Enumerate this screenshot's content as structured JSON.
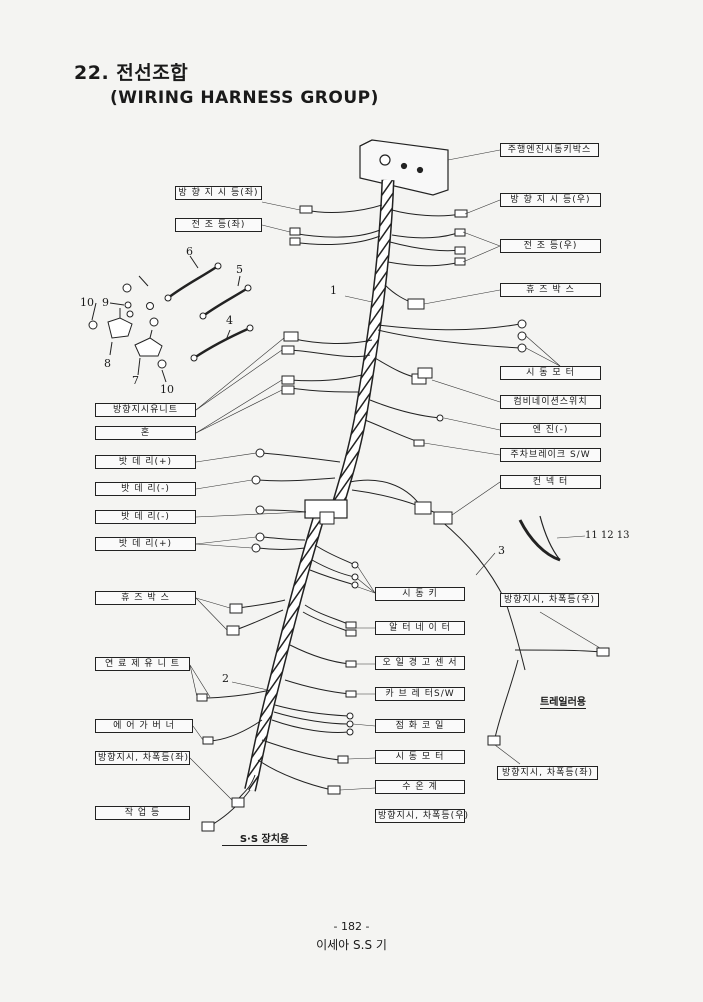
{
  "title": {
    "line1": "22. 전선조합",
    "line2": "(WIRING HARNESS GROUP)"
  },
  "labels_right": [
    "주행엔진시동키박스",
    "방 향 지 시 등(우)",
    "전 조 등(우)",
    "휴 즈 박 스",
    "시 동 모 터",
    "컴비네이션스위치",
    "엔 진(-)",
    "주차브레이크 S/W",
    "컨 넥 터"
  ],
  "labels_left": [
    "방 향 지 시 등(좌)",
    "전 조 등(좌)",
    "방향지시유니트",
    "혼",
    "밧 데 리(+)",
    "밧 데 리(-)",
    "밧 데 리(-)",
    "밧 데 리(+)",
    "휴 즈 박 스",
    "연 료 제 유 니 트",
    "에 어 가 버 너",
    "방향지시, 차폭등(좌)",
    "작 업 등"
  ],
  "labels_lower_mid": [
    "시 동 키",
    "알 터 네 이 터",
    "오 일 경 고 센 서",
    "카 브 레 터S/W",
    "점 화 코 일",
    "시 동 모 터",
    "수 온 계",
    "방향지시, 차폭등(우)"
  ],
  "labels_trailer": [
    "방향지시, 차폭등(우)",
    "방향지시, 차폭등(좌)"
  ],
  "part_numbers": [
    "1",
    "2",
    "3",
    "4",
    "5",
    "6",
    "7",
    "8",
    "9",
    "10",
    "10",
    "11 12 13"
  ],
  "captions": {
    "trailer": "트레일러용",
    "ss": "S·S 장치용"
  },
  "footer": {
    "page": "- 182 -",
    "model": "이세아 S.S 기"
  }
}
